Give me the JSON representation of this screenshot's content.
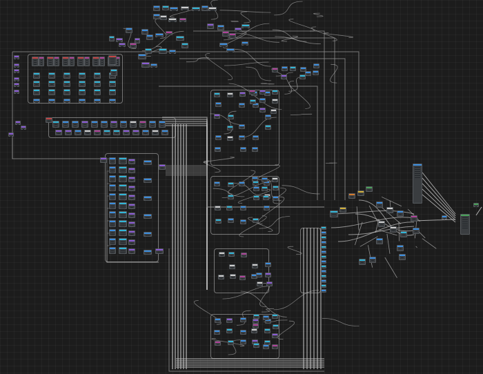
{
  "app": {
    "title": "",
    "view": "node-graph-editor"
  },
  "theme": {
    "background": "#1c1c1c",
    "grid": "#262626",
    "wire_main": "#8f8f8f",
    "wire_light": "#c4c4c4",
    "node_body": "#3a3d40",
    "node_border": "#55595d",
    "header_colors": {
      "blue": "#3d8fe0",
      "cyan": "#32b6d8",
      "purple": "#8c5bd6",
      "magenta": "#b0439a",
      "red": "#c24343",
      "green": "#4aa35a",
      "yellow": "#d2b03a",
      "orange": "#d27a2e",
      "white": "#cfcfcf"
    }
  },
  "graph": {
    "visible_text": [],
    "node_clusters": [
      "top-chain",
      "left-vertical-inputs",
      "repeated-column-groups",
      "horizontal-row-bank",
      "vertical-stack-bank",
      "center-block-a",
      "center-block-b",
      "center-block-c",
      "center-block-d",
      "center-block-e",
      "merge-column",
      "right-combiner",
      "right-tall-node",
      "output-node"
    ]
  }
}
